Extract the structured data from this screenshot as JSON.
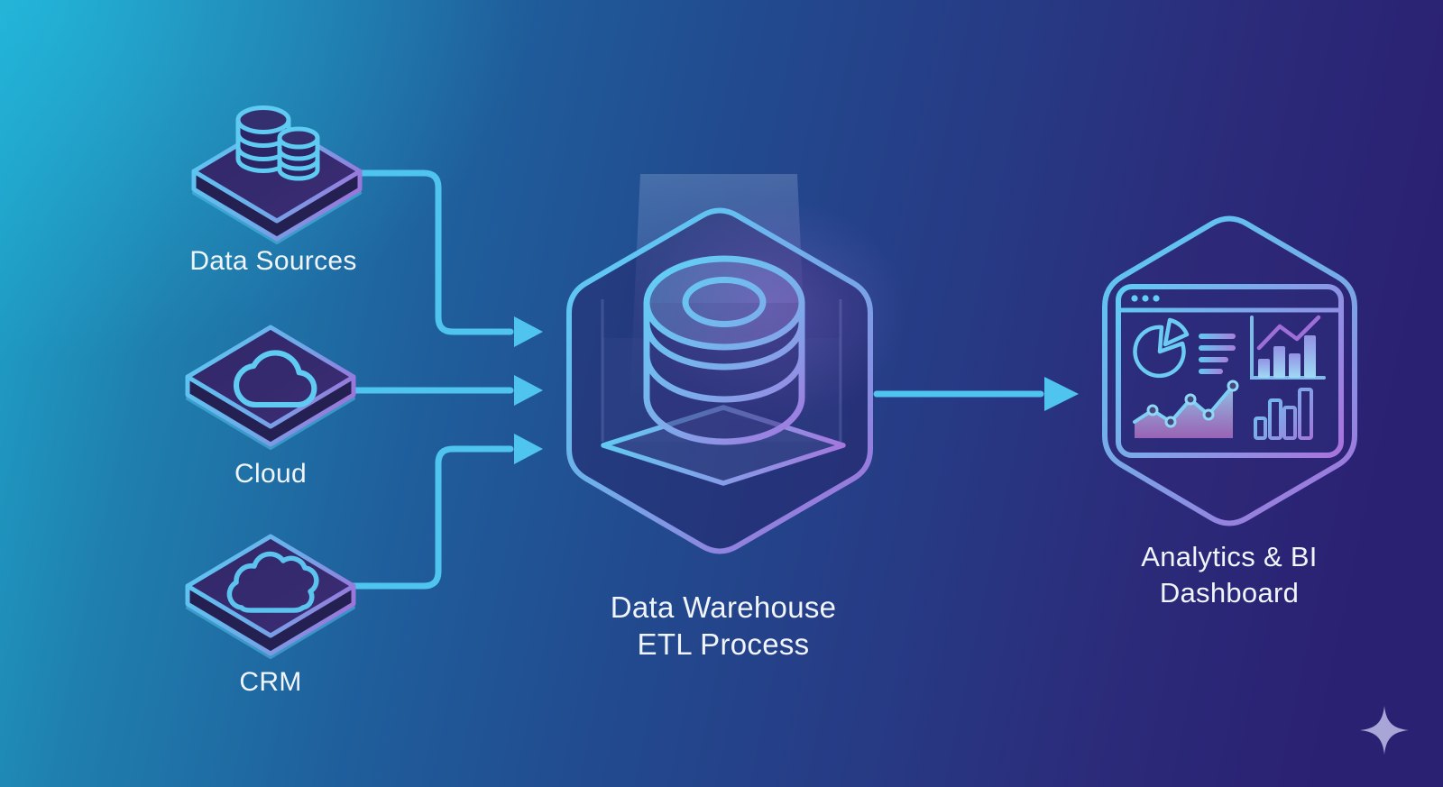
{
  "diagram": {
    "title_present": false,
    "nodes": {
      "data_sources": {
        "label": "Data Sources",
        "icon": "database-stack-icon"
      },
      "cloud": {
        "label": "Cloud",
        "icon": "cloud-icon"
      },
      "crm": {
        "label": "CRM",
        "icon": "crm-cloud-icon"
      },
      "warehouse": {
        "label_line1": "Data Warehouse",
        "label_line2": "ETL Process",
        "icon": "database-cylinder-icon"
      },
      "dashboard": {
        "label_line1": "Analytics & BI",
        "label_line2": "Dashboard",
        "icon": "analytics-dashboard-icon"
      }
    },
    "edges": [
      {
        "from": "data_sources",
        "to": "warehouse",
        "style": "elbow-arrow"
      },
      {
        "from": "cloud",
        "to": "warehouse",
        "style": "straight-arrow"
      },
      {
        "from": "crm",
        "to": "warehouse",
        "style": "elbow-arrow"
      },
      {
        "from": "warehouse",
        "to": "dashboard",
        "style": "straight-arrow"
      }
    ],
    "decorations": [
      "light-beam",
      "sparkle-icon"
    ],
    "colors": {
      "background_top_left": "#1FA6CB",
      "background_bottom_left": "#1E4E96",
      "background_right": "#2B2173",
      "connector": "#4FC4EE",
      "stroke_cyan": "#59CCF3",
      "stroke_purple": "#A66AD8",
      "tile_fill": "#332A6C",
      "label_text": "#F0F4FB",
      "sparkle": "#B2B2DE"
    }
  }
}
